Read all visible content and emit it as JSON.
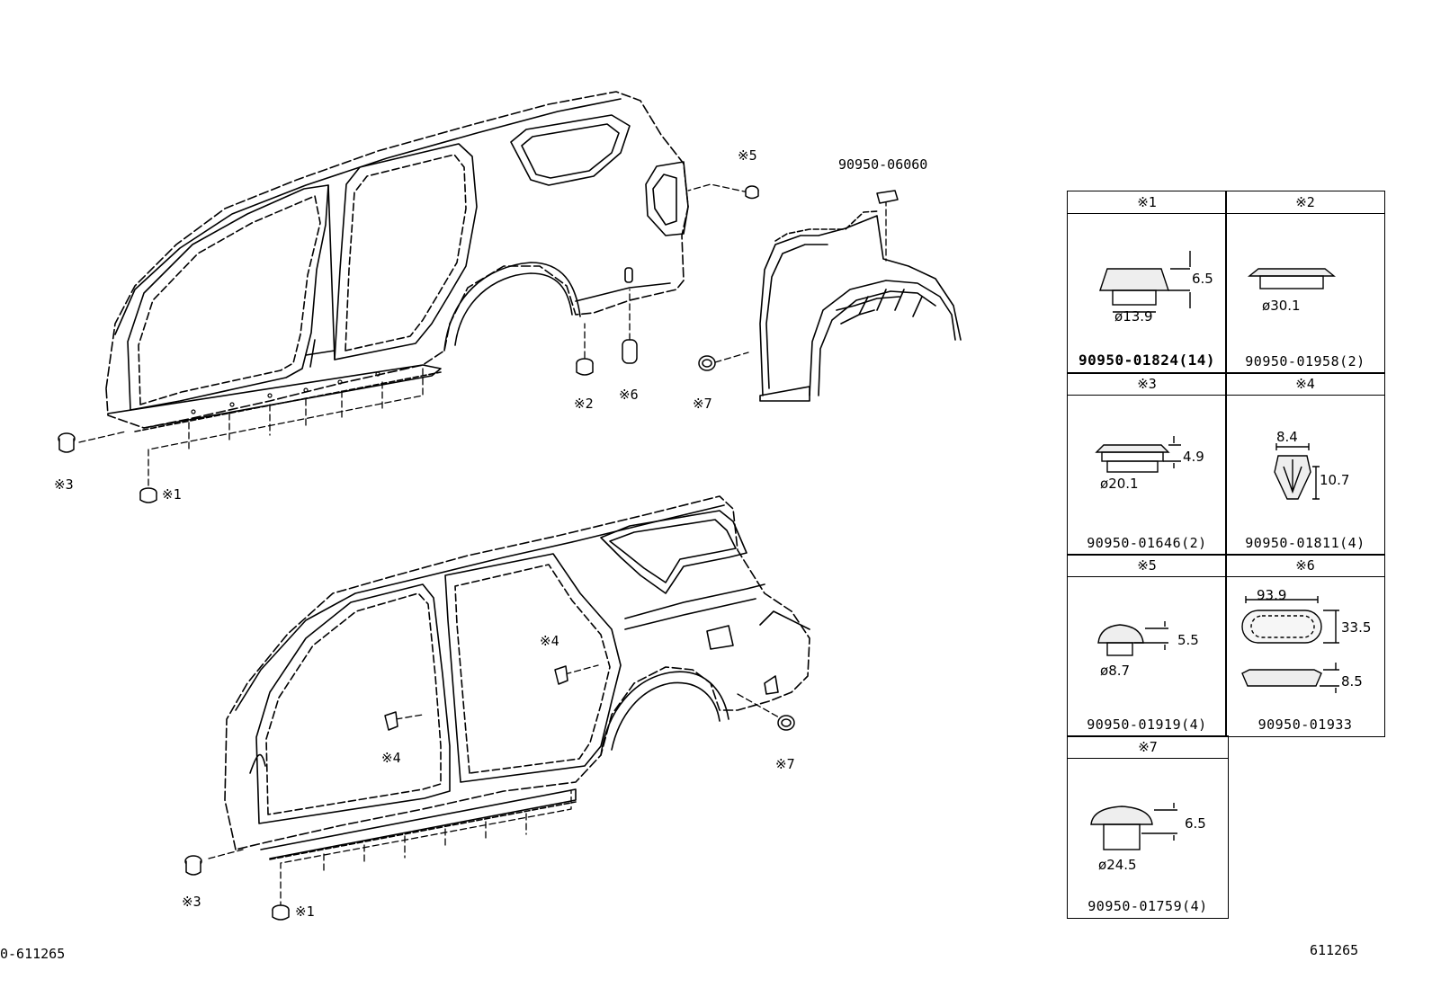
{
  "diagram": {
    "marker_labels": {
      "m1_upper": "※1",
      "m2": "※2",
      "m3_upper": "※3",
      "m5": "※5",
      "m6": "※6",
      "m7_upper": "※7",
      "m4_a": "※4",
      "m4_b": "※4",
      "m3_lower": "※3",
      "m1_lower": "※1",
      "m7_lower": "※7"
    },
    "part_number_top": "90950-06060",
    "figure_id_left": "0-611265",
    "figure_id_right": "611265"
  },
  "legend": {
    "cells": [
      {
        "header": "※1",
        "dims": [
          "6.5",
          "13.9"
        ],
        "part": "90950-01824(14)"
      },
      {
        "header": "※2",
        "dims": [
          "30.1"
        ],
        "part": "90950-01958(2)"
      },
      {
        "header": "※3",
        "dims": [
          "4.9",
          "20.1"
        ],
        "part": "90950-01646(2)"
      },
      {
        "header": "※4",
        "dims": [
          "8.4",
          "10.7"
        ],
        "part": "90950-01811(4)"
      },
      {
        "header": "※5",
        "dims": [
          "5.5",
          "8.7"
        ],
        "part": "90950-01919(4)"
      },
      {
        "header": "※6",
        "dims": [
          "93.9",
          "33.5",
          "8.5"
        ],
        "part": "90950-01933"
      },
      {
        "header": "※7",
        "dims": [
          "6.5",
          "24.5"
        ],
        "part": "90950-01759(4)"
      }
    ]
  }
}
